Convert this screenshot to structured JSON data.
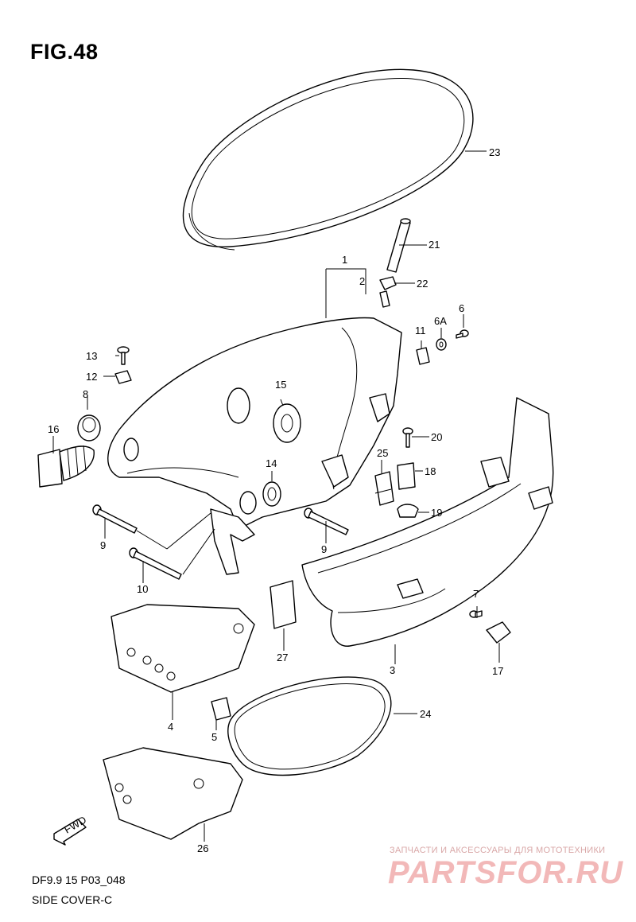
{
  "figure_title": "FIG.48",
  "footer": {
    "model_code": "DF9.9 15 P03_048",
    "name": "SIDE COVER-C"
  },
  "watermark": {
    "tagline": "ЗАПЧАСТИ И АКСЕССУАРЫ ДЛЯ МОТОТЕХНИКИ",
    "logo": "PARTSFOR.RU"
  },
  "fwd_label": "FWD",
  "callouts": [
    {
      "id": "1",
      "label": "1"
    },
    {
      "id": "2",
      "label": "2"
    },
    {
      "id": "3",
      "label": "3"
    },
    {
      "id": "4",
      "label": "4"
    },
    {
      "id": "5",
      "label": "5"
    },
    {
      "id": "6",
      "label": "6"
    },
    {
      "id": "6a",
      "label": "6A"
    },
    {
      "id": "7",
      "label": "7"
    },
    {
      "id": "8",
      "label": "8"
    },
    {
      "id": "9a",
      "label": "9"
    },
    {
      "id": "9b",
      "label": "9"
    },
    {
      "id": "10",
      "label": "10"
    },
    {
      "id": "11",
      "label": "11"
    },
    {
      "id": "12",
      "label": "12"
    },
    {
      "id": "13",
      "label": "13"
    },
    {
      "id": "14",
      "label": "14"
    },
    {
      "id": "15",
      "label": "15"
    },
    {
      "id": "16",
      "label": "16"
    },
    {
      "id": "17",
      "label": "17"
    },
    {
      "id": "18",
      "label": "18"
    },
    {
      "id": "19",
      "label": "19"
    },
    {
      "id": "20",
      "label": "20"
    },
    {
      "id": "21",
      "label": "21"
    },
    {
      "id": "22",
      "label": "22"
    },
    {
      "id": "23",
      "label": "23"
    },
    {
      "id": "24",
      "label": "24"
    },
    {
      "id": "25",
      "label": "25"
    },
    {
      "id": "26",
      "label": "26"
    },
    {
      "id": "27",
      "label": "27"
    }
  ]
}
